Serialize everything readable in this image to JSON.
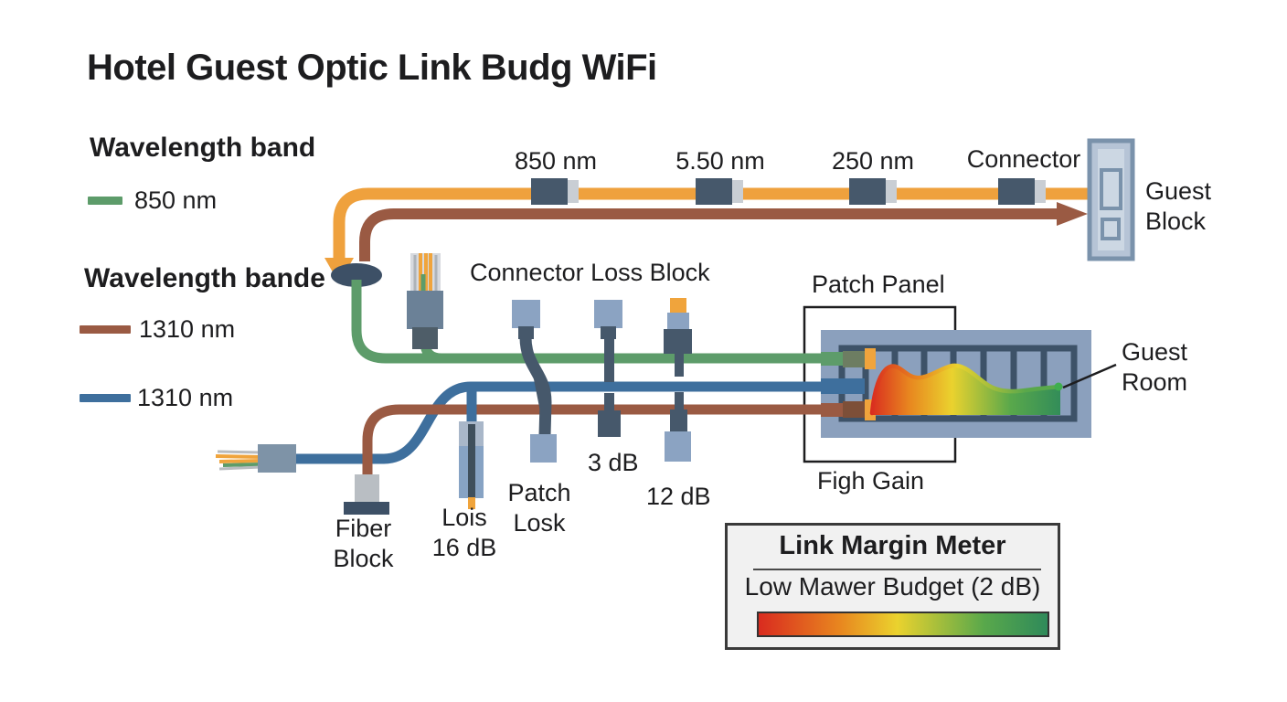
{
  "title": "Hotel Guest Optic Link Budg WiFi",
  "legend": {
    "band1_heading": "Wavelength band",
    "band1_items": [
      {
        "label": "850 nm",
        "color": "#5d9c6a"
      }
    ],
    "band2_heading": "Wavelength bande",
    "band2_items": [
      {
        "label": "1310 nm",
        "color": "#9a5a43"
      },
      {
        "label": "1310 nm",
        "color": "#3e6f9d"
      }
    ]
  },
  "top_run": {
    "labels": [
      "850 nm",
      "5.50 nm",
      "250 nm",
      "Connector"
    ],
    "guest_block": "Guest Block"
  },
  "mid": {
    "connector_loss_block": "Connector Loss Block",
    "patch_panel": "Patch Panel",
    "guest_room": "Guest Room",
    "high_gain": "Figh Gain"
  },
  "loss_labels": {
    "fiber_block": "Fiber Block",
    "lois_16db": "Lois 16 dB",
    "patch_losk": "Patch Losk",
    "db3": "3 dB",
    "db12": "12 dB"
  },
  "meter": {
    "title": "Link Margin Meter",
    "subtitle": "Low Mawer Budget (2 dB)"
  },
  "colors": {
    "bg": "#ffffff",
    "ink": "#1d1d1f",
    "line-orange": "#efa13d",
    "line-brown": "#9a5a43",
    "line-green": "#5d9c6a",
    "line-blue": "#3e6f9d",
    "slate": "#46586b",
    "slate-dark": "#3d5066",
    "connector-edge": "#c9ced4",
    "head-blue": "#8ba3c2",
    "tip-orange": "#f0a43c",
    "panel-bg": "#8ba0bd",
    "panel-frame": "#3d5268",
    "guest-block-fill": "#b6c4d6",
    "guest-block-stroke": "#7a92ab",
    "guest-inner": "#ccd7e3",
    "meter-bg": "#f1f1f1",
    "meter-border": "#3a3a3a",
    "grad-red": "#d92b1f",
    "grad-orange": "#e8861f",
    "grad-yellow": "#ead22e",
    "grad-green": "#59a84b",
    "grad-teal": "#2f8a5a",
    "olive-end": "#6d7d62",
    "brown-end": "#7d4f38",
    "gray-block": "#b9bec3",
    "rj45-body": "#6b8197",
    "rj45-dark": "#4e5d68",
    "pigtail-body": "#7e93a7"
  }
}
